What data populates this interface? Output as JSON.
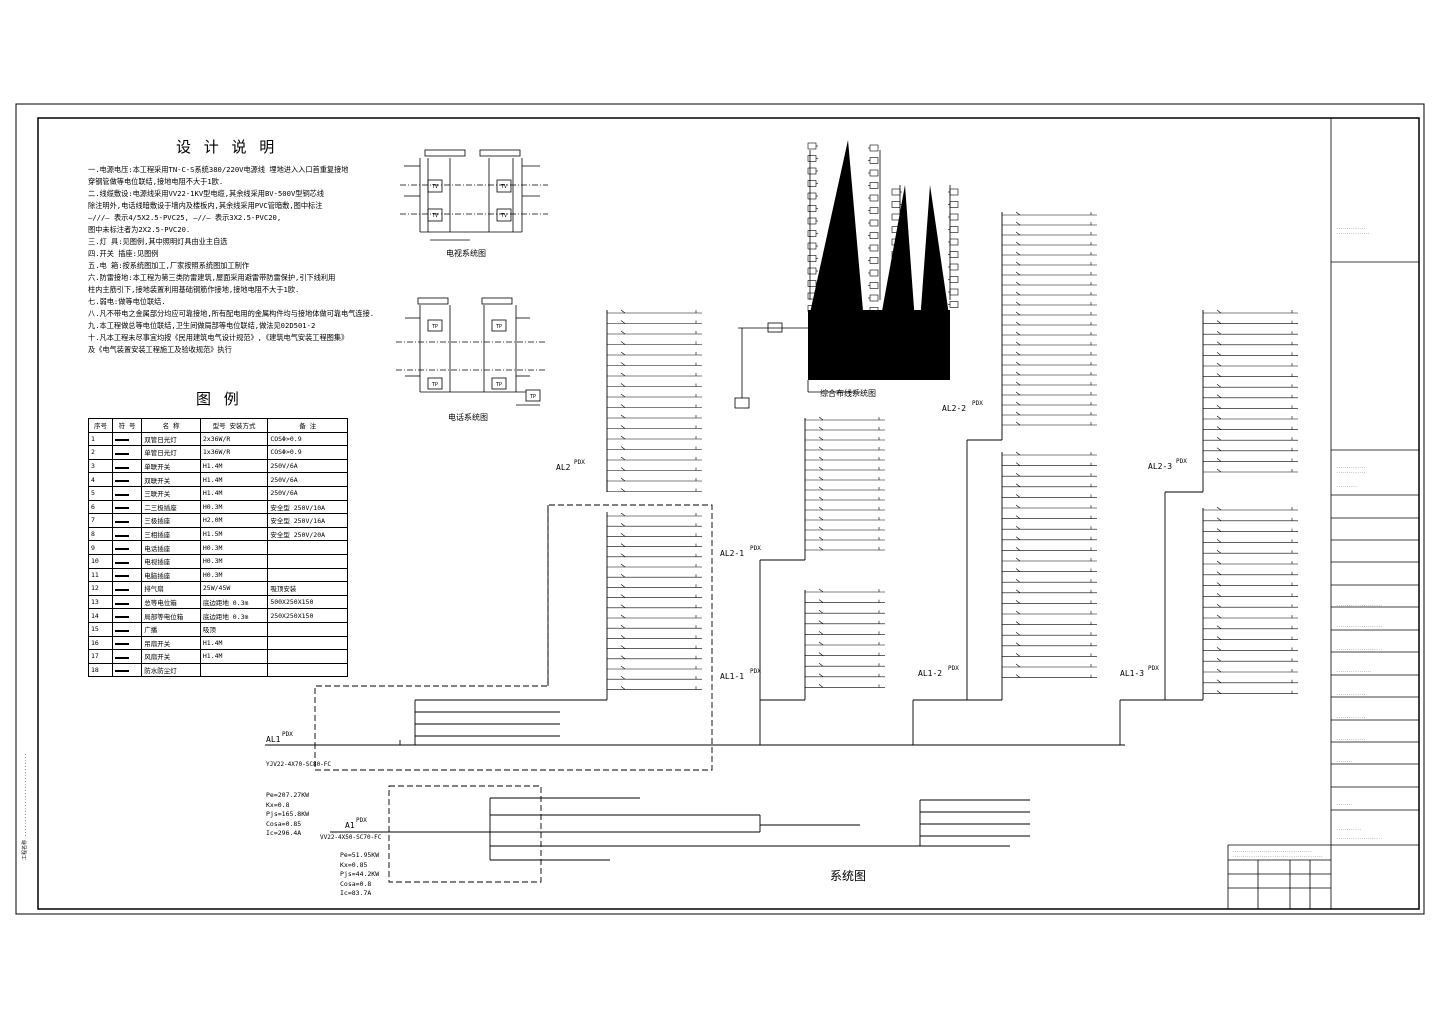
{
  "drawing": {
    "notes_title": "设 计 说 明",
    "notes": [
      "一.电源电压:本工程采用TN-C-S系统380/220V电源线 埋地进入入口首重复接地",
      "    穿钢管做等电位联结,接地电阻不大于1欧.",
      "二.线缆敷设:电源线采用VV22-1KV型电缆,其余线采用BV-500V型铜芯线",
      "    除注明外,电话线暗敷设于墙内及楼板内,其余线采用PVC管暗敷,图中标注",
      "    —///— 表示4/5X2.5-PVC25, —//— 表示3X2.5-PVC20,",
      "    图中未标注者为2X2.5-PVC20.",
      "三.灯    具:见图例,其中照明灯具由业主自选",
      "四.开关 插座:见图例",
      "五.电    箱:按系统图加工,厂家按照系统图加工制作",
      "六.防雷接地:本工程为第三类防雷建筑,屋面采用避雷带防雷保护,引下线利用",
      "    柱内主筋引下,接地装置利用基础钢筋作接地,接地电阻不大于1欧.",
      "七.弱电:做等电位联结.",
      "八.凡不带电之金属部分均应可靠接地,所有配电用的金属构件均与接地体做可靠电气连接.",
      "九.本工程做总等电位联结,卫生间做局部等电位联结,做法见02D501-2",
      "十.凡本工程未尽事宜均按《民用建筑电气设计规范》,《建筑电气安装工程图集》",
      "    及《电气装置安装工程施工及验收规范》执行"
    ],
    "legend_title": "图 例",
    "legend_headers": [
      "序号",
      "符 号",
      "名 称",
      "型号 安装方式",
      "备 注"
    ],
    "legend_rows": [
      [
        "1",
        "",
        "双管日光灯",
        "2x36W/R",
        "COSΦ>0.9"
      ],
      [
        "2",
        "",
        "单管日光灯",
        "1x36W/R",
        "COSΦ>0.9"
      ],
      [
        "3",
        "",
        "单联开关",
        "H1.4M",
        "250V/6A"
      ],
      [
        "4",
        "",
        "双联开关",
        "H1.4M",
        "250V/6A"
      ],
      [
        "5",
        "",
        "三联开关",
        "H1.4M",
        "250V/6A"
      ],
      [
        "6",
        "",
        "二三极插座",
        "H0.3M",
        "安全型 250V/10A"
      ],
      [
        "7",
        "",
        "三极插座",
        "H2.0M",
        "安全型 250V/16A"
      ],
      [
        "8",
        "",
        "三相插座",
        "H1.5M",
        "安全型 250V/20A"
      ],
      [
        "9",
        "",
        "电话插座",
        "H0.3M",
        ""
      ],
      [
        "10",
        "",
        "电视插座",
        "H0.3M",
        ""
      ],
      [
        "11",
        "",
        "电脑插座",
        "H0.3M",
        ""
      ],
      [
        "12",
        "",
        "排气扇",
        "25W/45W",
        "吸顶安装"
      ],
      [
        "13",
        "",
        "总等电位箱",
        "底边距地 0.3m",
        "500X250X150"
      ],
      [
        "14",
        "",
        "局部等电位箱",
        "底边距地 0.3m",
        "250X250X150"
      ],
      [
        "15",
        "",
        "广播",
        "吸顶",
        ""
      ],
      [
        "16",
        "",
        "吊扇开关",
        "H1.4M",
        ""
      ],
      [
        "17",
        "",
        "风扇开关",
        "H1.4M",
        ""
      ],
      [
        "18",
        "",
        "防水防尘灯",
        "",
        ""
      ]
    ],
    "tv_title": "电视系统图",
    "tel_title": "电话系统图",
    "cabling_title": "综合布线系统图",
    "system_title": "系统图",
    "panels": {
      "al2": "AL2",
      "al2_1": "AL2-1",
      "al1_1": "AL1-1",
      "al2_2": "AL2-2",
      "al1_2": "AL1-2",
      "al2_3": "AL2-3",
      "al1_3": "AL1-3",
      "al1": "AL1",
      "a1": "A1",
      "pdx": "PDX",
      "cable_main": "YJV22-4X70-SC80-FC",
      "cable_a1": "VV22-4X50-SC70-FC"
    },
    "calc_main": [
      "Pe=207.27KW",
      "Kx=0.8",
      "Pjs=165.8KW",
      "Cosa=0.85",
      "Ic=296.4A"
    ],
    "calc_a1": [
      "Pe=51.95KW",
      "Kx=0.85",
      "Pjs=44.2KW",
      "Cosa=0.8",
      "Ic=83.7A"
    ]
  }
}
